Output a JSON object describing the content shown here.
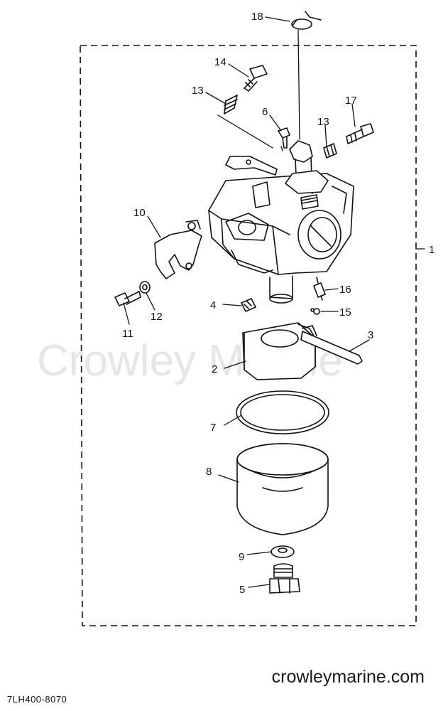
{
  "watermark": "Crowley Marine",
  "footer": {
    "website": "crowleymarine.com",
    "part_code": "7LH400-8070"
  },
  "callouts": {
    "c1": "1",
    "c2": "2",
    "c3": "3",
    "c4": "4",
    "c5": "5",
    "c6": "6",
    "c7": "7",
    "c8": "8",
    "c9": "9",
    "c10": "10",
    "c11": "11",
    "c12": "12",
    "c13a": "13",
    "c13b": "13",
    "c14": "14",
    "c15": "15",
    "c16": "16",
    "c17": "17",
    "c18": "18"
  }
}
